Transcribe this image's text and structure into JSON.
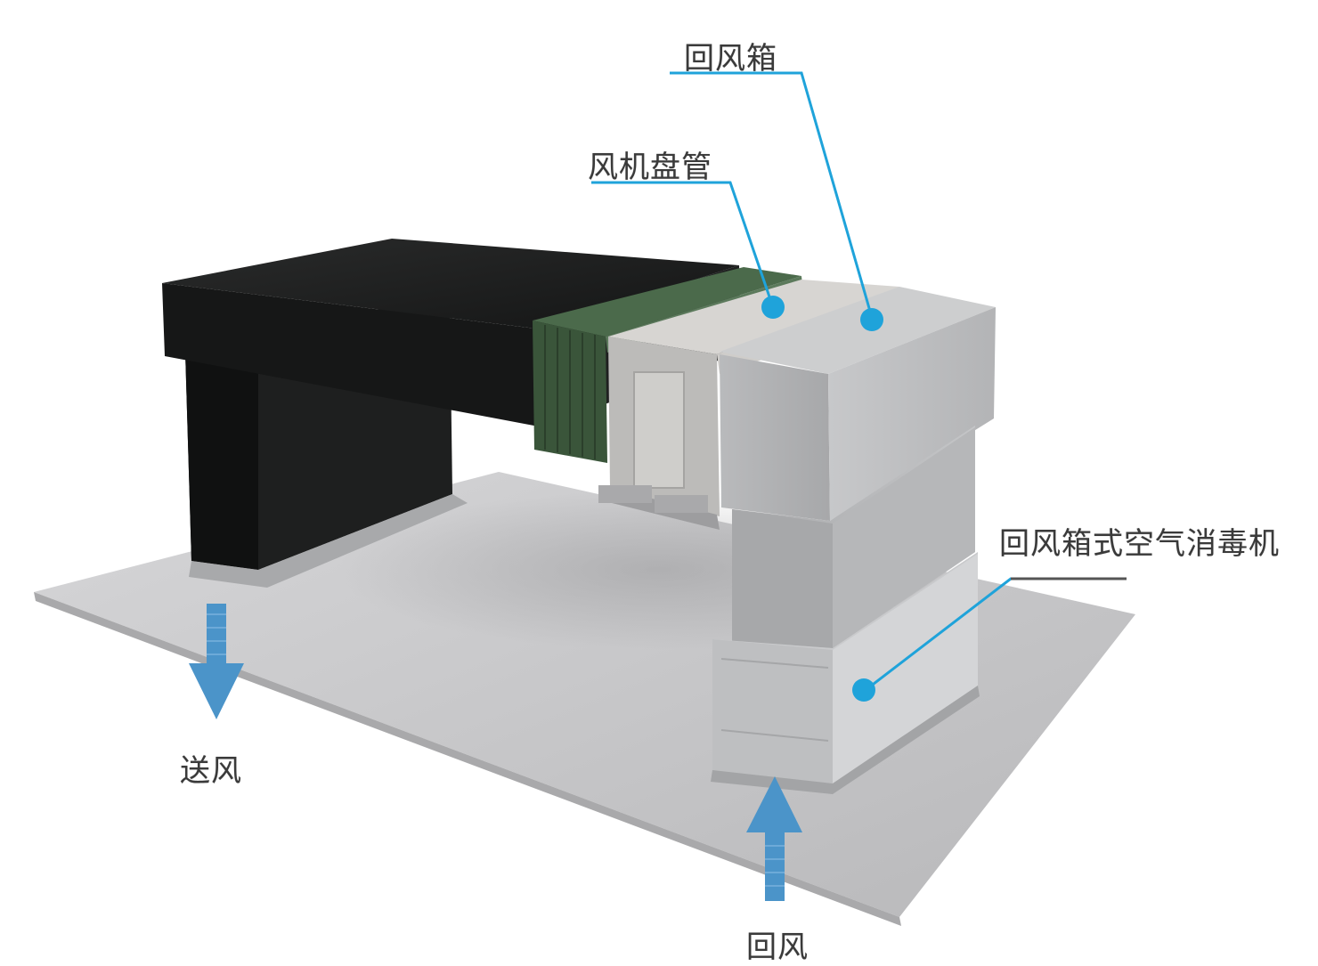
{
  "labels": {
    "return_air_box": "回风箱",
    "fan_coil": "风机盘管",
    "sterilizer": "回风箱式空气消毒机",
    "supply_air": "送风",
    "return_air": "回风"
  },
  "colors": {
    "accent_blue": "#1fa3da",
    "arrow_blue": "#4b94c9",
    "floor": "#c9c9cb",
    "black_unit": "#1b1c1c",
    "coil_green": "#3e5a3e",
    "grey_box": "#bfc0c2"
  }
}
